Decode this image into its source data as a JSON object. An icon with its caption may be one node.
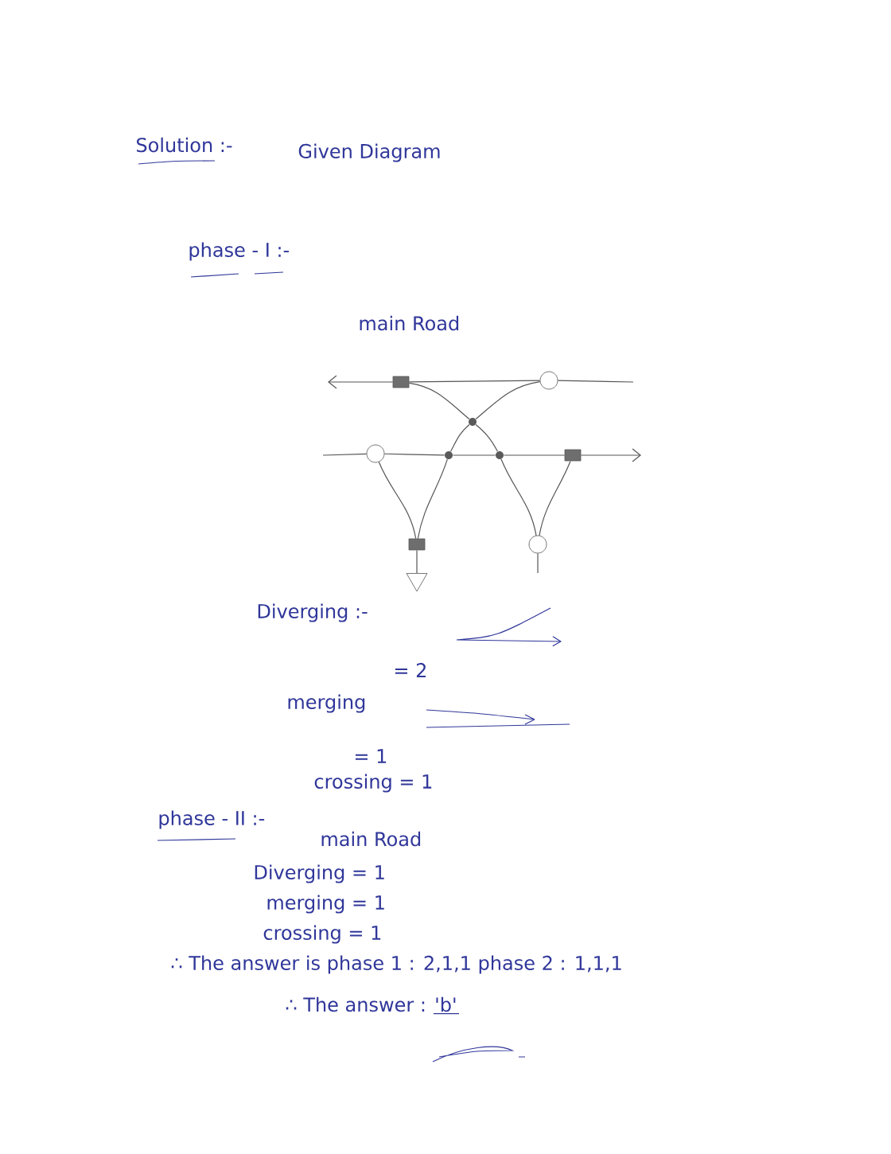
{
  "diagram": {
    "title": "Solution :-",
    "nodes": [
      {
        "text": [],
        "shape": "box"
      },
      {
        "text": [],
        "shape": "circle"
      },
      {
        "text": [],
        "shape": "dot"
      },
      {
        "text": [],
        "shape": "circle"
      },
      {
        "text": [],
        "shape": "dot"
      },
      {
        "text": [],
        "shape": "dot"
      },
      {
        "text": [],
        "shape": "box"
      },
      {
        "text": [],
        "shape": "box"
      },
      {
        "text": [],
        "shape": "circle"
      },
      {
        "text": [],
        "shape": "triangle"
      }
    ],
    "edges": [
      {
        "from": null,
        "to": 1,
        "arrow": "none"
      },
      {
        "from": 1,
        "to": 0,
        "arrow": "none"
      },
      {
        "from": 0,
        "to": null,
        "arrow": "to"
      },
      {
        "from": null,
        "to": 3,
        "arrow": "none"
      },
      {
        "from": 3,
        "to": 4,
        "arrow": "none"
      },
      {
        "from": 4,
        "to": 5,
        "arrow": "none"
      },
      {
        "from": 5,
        "to": 6,
        "arrow": "none"
      },
      {
        "from": 6,
        "to": null,
        "arrow": "to"
      },
      {
        "from": 0,
        "to": 2,
        "arrow": "none"
      },
      {
        "from": 1,
        "to": 2,
        "arrow": "none"
      },
      {
        "from": 2,
        "to": 4,
        "arrow": "none"
      },
      {
        "from": 2,
        "to": 5,
        "arrow": "none"
      },
      {
        "from": 3,
        "to": 7,
        "arrow": "none"
      },
      {
        "from": 4,
        "to": 7,
        "arrow": "none"
      },
      {
        "from": 7,
        "to": 9,
        "arrow": "none"
      },
      {
        "from": 5,
        "to": 8,
        "arrow": "none"
      },
      {
        "from": 6,
        "to": 8,
        "arrow": "none"
      },
      {
        "from": 8,
        "to": null,
        "arrow": "none"
      }
    ],
    "labels": [
      "Given Diagram",
      "phase - I :-",
      "main Road",
      "Diverging :-",
      "= 2",
      "merging",
      "= 1",
      "crossing = 1",
      "phase - II :-",
      "main Road",
      "Diverging = 1",
      "merging = 1",
      "crossing = 1",
      "∴ The answer is phase 1 : 2,1,1 phase 2 : 1,1,1",
      "∴ The answer : 'b'"
    ]
  }
}
